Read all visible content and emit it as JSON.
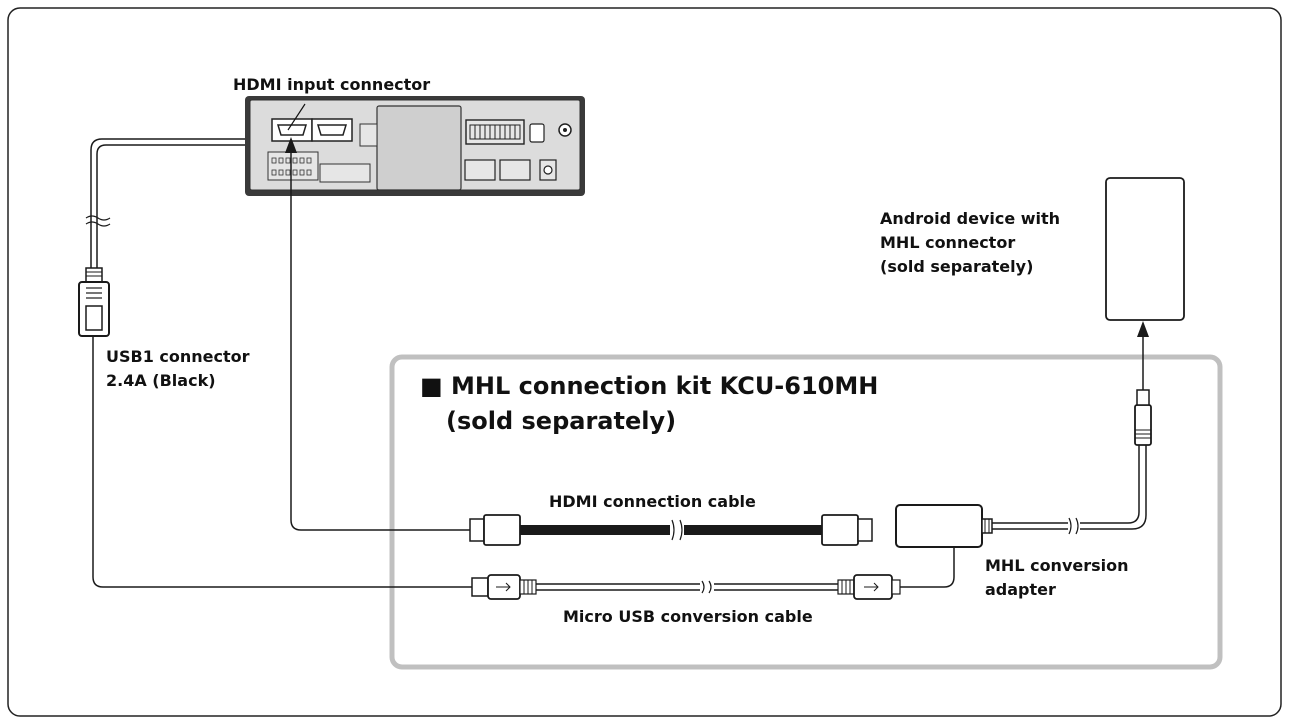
{
  "labels": {
    "hdmi_input_connector": "HDMI input connector",
    "android_line1": "Android device with",
    "android_line2": "MHL connector",
    "android_line3": "(sold separately)",
    "usb1_line1": "USB1 connector",
    "usb1_line2": "2.4A (Black)",
    "kit_line1": "■ MHL connection kit KCU-610MH",
    "kit_line2": "(sold separately)",
    "hdmi_cable": "HDMI connection cable",
    "mhl_adapter_line1": "MHL conversion",
    "mhl_adapter_line2": "adapter",
    "micro_usb_cable": "Micro USB conversion cable"
  },
  "colors": {
    "frame_border": "#222222",
    "kit_border": "#c0c0c0",
    "unit_fill": "#3a3a3a",
    "panel_fill": "#dcdcdc",
    "line": "#1a1a1a",
    "hdmi_cable_fill": "#1a1a1a"
  }
}
